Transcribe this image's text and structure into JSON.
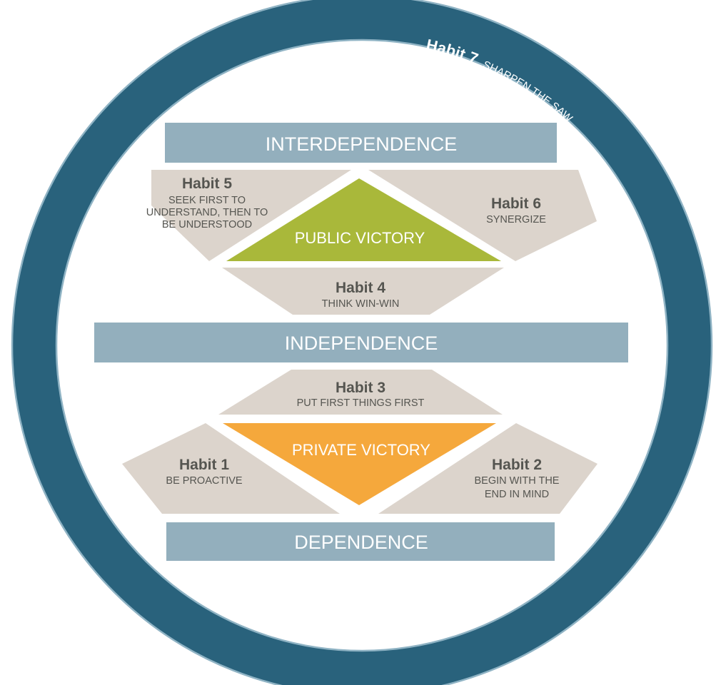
{
  "colors": {
    "ring": "#29627c",
    "ring_edge": "#8fb3c4",
    "band": "#93afbd",
    "habit_bg": "#dcd4cc",
    "public_victory": "#a9b83a",
    "private_victory": "#f5a83c",
    "text_dark": "#555550",
    "text_light": "#ffffff"
  },
  "ring": {
    "habit_name": "Habit 7",
    "habit_desc": "SHARPEN THE SAW"
  },
  "bands": {
    "interdependence": "INTERDEPENDENCE",
    "independence": "INDEPENDENCE",
    "dependence": "DEPENDENCE"
  },
  "victories": {
    "public": "PUBLIC VICTORY",
    "private": "PRIVATE VICTORY"
  },
  "habits": {
    "h1": {
      "name": "Habit 1",
      "lines": [
        "BE PROACTIVE"
      ]
    },
    "h2": {
      "name": "Habit 2",
      "lines": [
        "BEGIN WITH THE",
        "END IN MIND"
      ]
    },
    "h3": {
      "name": "Habit 3",
      "lines": [
        "PUT FIRST THINGS FIRST"
      ]
    },
    "h4": {
      "name": "Habit 4",
      "lines": [
        "THINK WIN-WIN"
      ]
    },
    "h5": {
      "name": "Habit 5",
      "lines": [
        "SEEK FIRST TO",
        "UNDERSTAND, THEN TO",
        "BE UNDERSTOOD"
      ]
    },
    "h6": {
      "name": "Habit 6",
      "lines": [
        "SYNERGIZE"
      ]
    }
  }
}
